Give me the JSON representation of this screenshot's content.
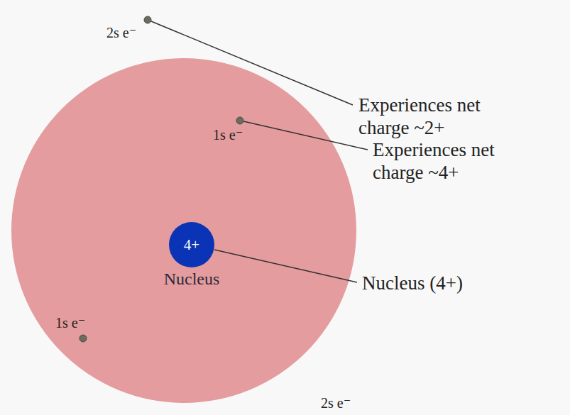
{
  "diagram": {
    "nodes": [
      {
        "text": [
          "4+",
          "Nucleus"
        ]
      }
    ],
    "labels": [
      "2s e⁻",
      "Experiences net charge ~2+",
      "1s e⁻",
      "Experiences net charge ~4+",
      "Nucleus (4+)",
      "1s e⁻",
      "2s e⁻"
    ]
  }
}
